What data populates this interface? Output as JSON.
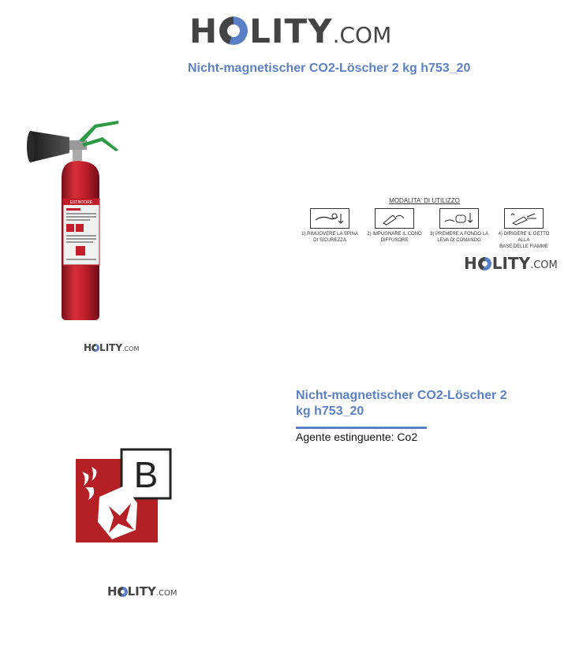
{
  "logo": {
    "prefix": "H",
    "suffix": "LITY",
    "dotcom": ".COM"
  },
  "product": {
    "title": "Nicht-magnetischer CO2-Löscher 2 kg h753_20",
    "spec_label": "Agente estinguente: Co2"
  },
  "extinguisher": {
    "label": "ESTINTORE"
  },
  "instructions": {
    "title": "MODALITA' DI UTILIZZO",
    "steps": [
      {
        "line1": "1) RIMUOVERE LA SPINA",
        "line2": "DI SICUREZZA"
      },
      {
        "line1": "2) IMPUGNARE IL CONO",
        "line2": "DIFFUSORE"
      },
      {
        "line1": "3) PREMERE A FONDO LA",
        "line2": "LEVA DI COMANDO"
      },
      {
        "line1": "4) DIRIGERE IL GETTO ALLA",
        "line2": "BASE DELLE FIAMME"
      }
    ]
  },
  "fire_class": {
    "letter": "B"
  },
  "colors": {
    "brand_blue": "#5b80c4",
    "logo_gray": "#444444",
    "extinguisher_red": "#c8202c",
    "sign_red": "#b52025",
    "valve_green": "#2e9a45"
  }
}
